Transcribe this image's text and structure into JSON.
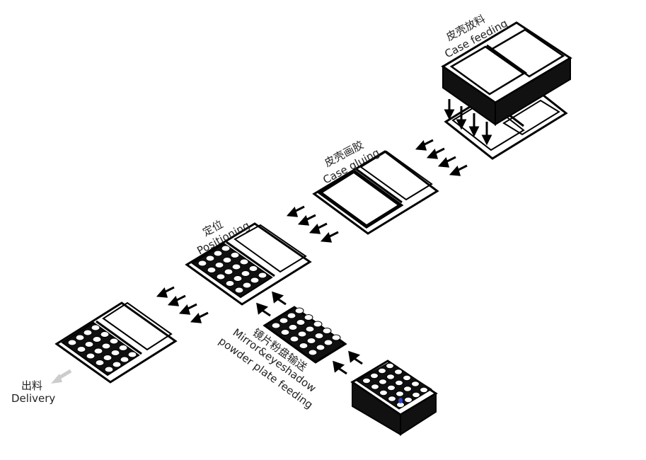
{
  "stations": {
    "case_feeding": {
      "zh": "皮壳放料",
      "en": "Case feeding"
    },
    "case_gluing": {
      "zh": "皮壳画胶",
      "en": "Case gluing"
    },
    "positioning": {
      "zh": "定位",
      "en": "Positioning"
    },
    "mirror_feeding": {
      "zh": "镜片粉盘输送",
      "en_line1": "Mirror&eyeshadow",
      "en_line2": "powder plate feeding"
    },
    "delivery": {
      "zh": "出料",
      "en": "Delivery"
    }
  },
  "colors": {
    "line": "#000000",
    "label": "#222222",
    "delivery_arrow": "#cccccc",
    "mark": "#3344cc"
  }
}
